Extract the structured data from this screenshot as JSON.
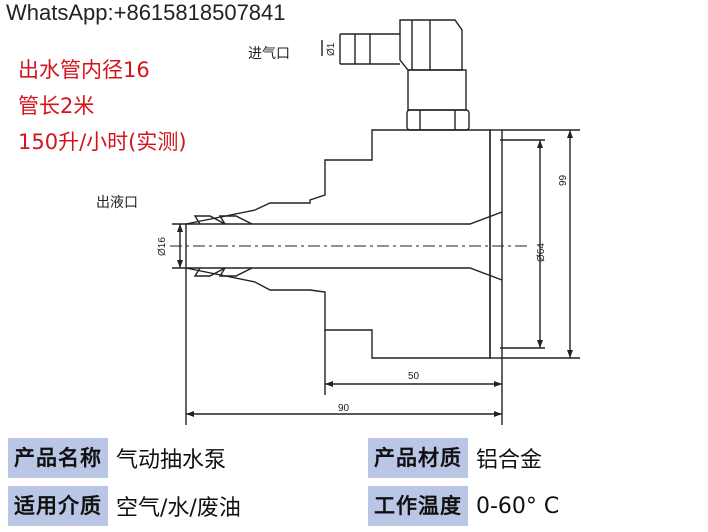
{
  "watermark": "WhatsApp:+8615818507841",
  "notes": [
    "出水管内径16",
    "管长2米",
    "150升/小时(实测)"
  ],
  "labels": {
    "inlet": "进气口",
    "outlet": "出液口"
  },
  "dimensions": {
    "d1": "Ø1",
    "d16": "Ø16",
    "d64": "Ø64",
    "h99": "99",
    "l50": "50",
    "l90": "90"
  },
  "specs": [
    {
      "key": "产品名称",
      "value": "气动抽水泵"
    },
    {
      "key": "产品材质",
      "value": "铝合金"
    },
    {
      "key": "适用介质",
      "value": "空气/水/废油"
    },
    {
      "key": "工作温度",
      "value": "0-60° C"
    }
  ],
  "colors": {
    "note_red": "#d4141c",
    "spec_bg": "#b9c6e6"
  }
}
